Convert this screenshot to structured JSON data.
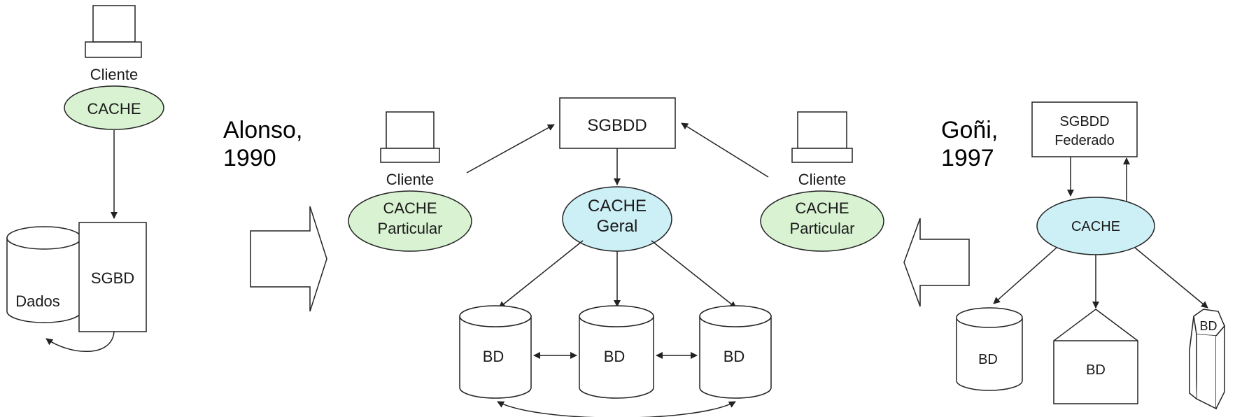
{
  "colors": {
    "green": "#d8f2d2",
    "blue": "#cdeff6",
    "stroke": "#222222"
  },
  "left": {
    "client_label": "Cliente",
    "cache_label": "CACHE",
    "data_label": "Dados",
    "dbms_label": "SGBD"
  },
  "alonso": {
    "line1": "Alonso,",
    "line2": "1990"
  },
  "center": {
    "dbms_label": "SGBDD",
    "left_client_label": "Cliente",
    "left_cache_line1": "CACHE",
    "left_cache_line2": "Particular",
    "global_cache_line1": "CACHE",
    "global_cache_line2": "Geral",
    "right_client_label": "Cliente",
    "right_cache_line1": "CACHE",
    "right_cache_line2": "Particular",
    "db1_label": "BD",
    "db2_label": "BD",
    "db3_label": "BD"
  },
  "goni": {
    "line1": "Goñi,",
    "line2": "1997"
  },
  "right": {
    "dbms_line1": "SGBDD",
    "dbms_line2": "Federado",
    "cache_label": "CACHE",
    "db_cylinder_label": "BD",
    "db_house_label": "BD",
    "db_prism_label": "BD"
  }
}
